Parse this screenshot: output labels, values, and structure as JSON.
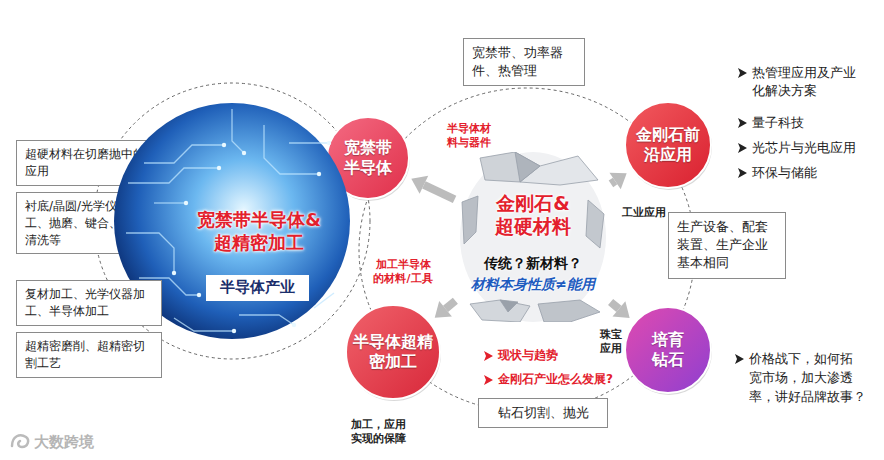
{
  "diagram": {
    "nodes": [
      {
        "text": [
          "宽禁带、功率器 件、热管理"
        ]
      },
      {
        "text": [
          "宽禁带 半导体"
        ]
      },
      {
        "text": [
          "金刚石前 沿应用"
        ]
      },
      {
        "text": [
          "超硬材料在切磨抛中的 应用"
        ]
      },
      {
        "text": [
          "衬底/晶圆/光学仪器加 工、抛磨、键合、封装、 清洗等"
        ]
      },
      {
        "text": [
          "宽禁带半导体& 超精密加工"
        ]
      },
      {
        "text": [
          "半导体产业"
        ],
        "in": 5
      },
      {
        "text": [
          "金刚石& 超硬材料",
          "传统？新材料？",
          "材料本身性质≠能用"
        ]
      },
      {
        "text": [
          "生产设备、配套 装置、生产企业 基本相同"
        ]
      },
      {
        "text": [
          "复材加工、光学仪器加 工、半导体加工"
        ]
      },
      {
        "text": [
          "超精密磨削、超精密切 割工艺"
        ]
      },
      {
        "text": [
          "半导体超精 密加工"
        ]
      },
      {
        "text": [
          "培育 钻石"
        ]
      },
      {
        "text": [
          "钻石切割、抛光"
        ]
      }
    ],
    "edges": [
      {
        "from": 7,
        "to": 1,
        "arrow": "to"
      },
      {
        "from": 7,
        "to": 2,
        "arrow": "to"
      },
      {
        "from": 7,
        "to": 11,
        "arrow": "to"
      },
      {
        "from": 7,
        "to": 12,
        "arrow": "to"
      }
    ],
    "labels": [
      "热管理应用及产业 化解决方案",
      "量子科技",
      "光芯片与光电应用",
      "环保与储能",
      "半导体材 料与器件",
      "加工半导体 的材料/工具",
      "工业应用",
      "珠宝 应用",
      "现状与趋势",
      "金刚石产业怎么发展?",
      "价格战下，如何拓 宽市场，加大渗透 率，讲好品牌故事？",
      "加工，应用 实现的保障",
      "大数跨境"
    ]
  }
}
